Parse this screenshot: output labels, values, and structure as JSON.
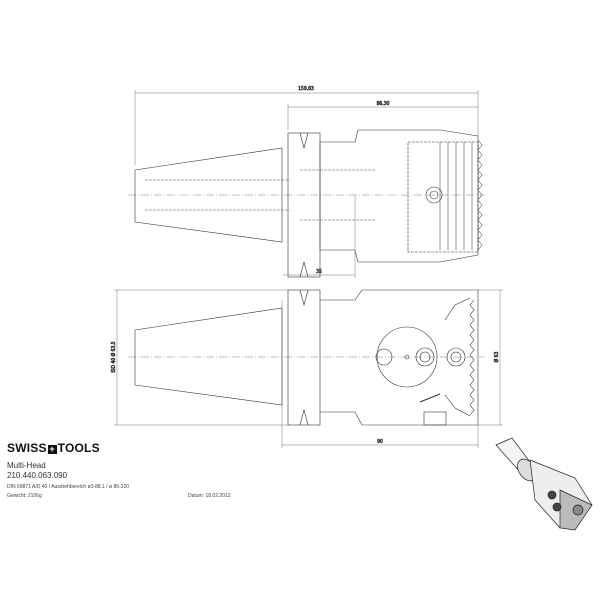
{
  "dimensions": {
    "overall_length": "159.83",
    "head_length": "86.30",
    "flange_offset": "35",
    "bottom_length": "90",
    "taper_diameter": "ISO 40 Ø 63.5",
    "head_diameter": "Ø 63"
  },
  "title_block": {
    "brand_left": "SWISS",
    "brand_cross": "+",
    "brand_right": "TOOLS",
    "product_name": "Multi-Head",
    "article_number": "210.440.063.090",
    "spec": "DIN 69871 A/D 40 / Ausdrehbereich ø3-88.1 / ø 86-320",
    "weight": "Gewicht: 2106g",
    "date": "Datum: 18.02.2013"
  }
}
